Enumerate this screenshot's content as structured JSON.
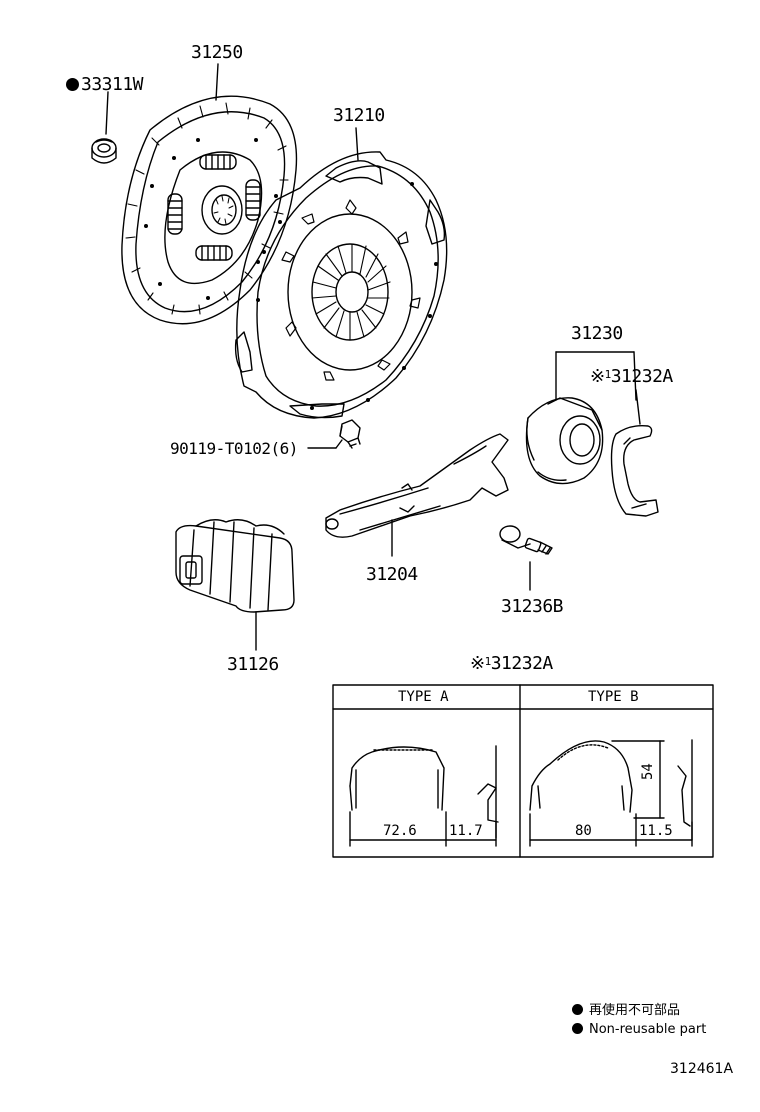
{
  "parts": {
    "p33311W": "33311W",
    "p31250": "31250",
    "p31210": "31210",
    "p31230": "31230",
    "p31232A_top": "31232A",
    "p90119": "90119-T0102(6)",
    "p31204": "31204",
    "p31236B": "31236B",
    "p31126": "31126",
    "p31232A_table": "31232A"
  },
  "reference_mark": "※",
  "reference_number": "1",
  "table": {
    "type_a": "TYPE A",
    "type_b": "TYPE B",
    "dims": {
      "a_width": "72.6",
      "a_depth": "11.7",
      "b_width": "80",
      "b_depth": "11.5",
      "b_height": "54"
    }
  },
  "legend": {
    "jp": "再使用不可部品",
    "en": "Non-reusable part"
  },
  "figure_id": "312461A",
  "icons": [
    "bullet-dot-icon"
  ]
}
